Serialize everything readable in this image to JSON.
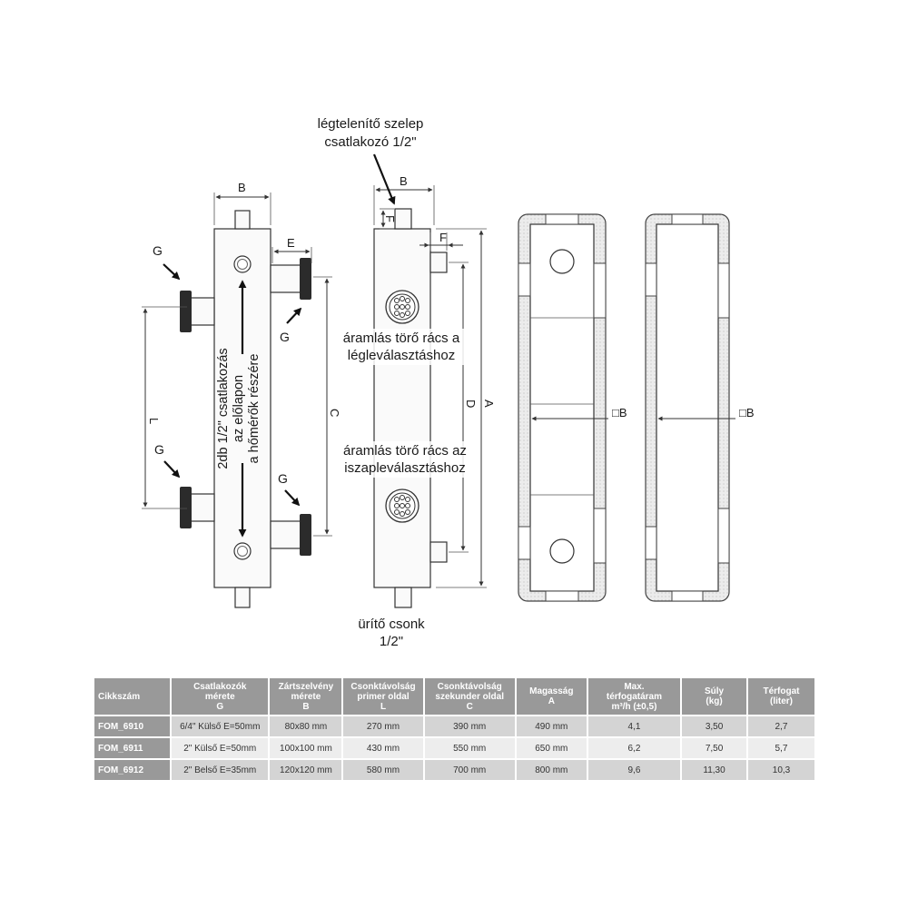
{
  "drawing": {
    "labels": {
      "B": "B",
      "E": "E",
      "F": "F",
      "G": "G",
      "L": "L",
      "C": "C",
      "D": "D",
      "A": "A",
      "box_B": "□B"
    },
    "callouts": {
      "vent_line1": "légtelenítő szelep",
      "vent_line2": "csatlakozó 1/2\"",
      "drain_line1": "ürítő csonk",
      "drain_line2": "1/2\"",
      "air_grid_line1": "áramlás törő rács a",
      "air_grid_line2": "légleválasztáshoz",
      "sludge_grid_line1": "áramlás törő rács az",
      "sludge_grid_line2": "iszapleválasztáshoz",
      "thermo_line1": "2db 1/2\" csatlakozás",
      "thermo_line2": "az előlapon",
      "thermo_line3": "a hőmérők részére"
    }
  },
  "table": {
    "headers": [
      {
        "line1": "Cikkszám",
        "line2": ""
      },
      {
        "line1": "Csatlakozók",
        "line2": "mérete",
        "line3": "G"
      },
      {
        "line1": "Zártszelvény",
        "line2": "mérete",
        "line3": "B"
      },
      {
        "line1": "Csonktávolság",
        "line2": "primer oldal",
        "line3": "L"
      },
      {
        "line1": "Csonktávolság",
        "line2": "szekunder oldal",
        "line3": "C"
      },
      {
        "line1": "Magasság",
        "line2": "",
        "line3": "A"
      },
      {
        "line1": "Max.",
        "line2": "térfogatáram",
        "line3": "m³/h (±0,5)"
      },
      {
        "line1": "Súly",
        "line2": "(kg)"
      },
      {
        "line1": "Térfogat",
        "line2": "(liter)"
      }
    ],
    "rows": [
      [
        "FOM_6910",
        "6/4\" Külső E=50mm",
        "80x80 mm",
        "270 mm",
        "390 mm",
        "490 mm",
        "4,1",
        "3,50",
        "2,7"
      ],
      [
        "FOM_6911",
        "2\" Külső E=50mm",
        "100x100 mm",
        "430 mm",
        "550 mm",
        "650 mm",
        "6,2",
        "7,50",
        "5,7"
      ],
      [
        "FOM_6912",
        "2\" Belső E=35mm",
        "120x120 mm",
        "580 mm",
        "700 mm",
        "800 mm",
        "9,6",
        "11,30",
        "10,3"
      ]
    ]
  }
}
